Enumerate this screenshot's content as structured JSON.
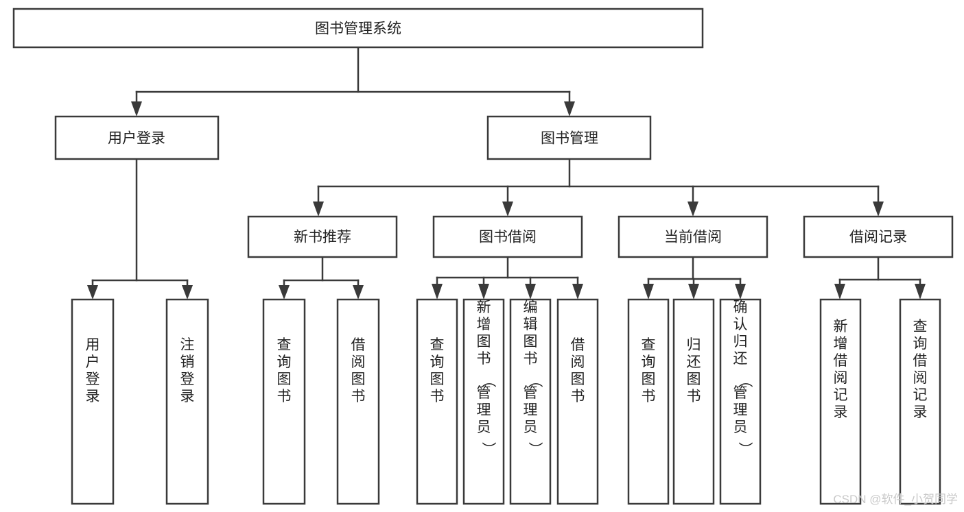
{
  "diagram": {
    "type": "tree-hierarchy",
    "orientation": "top-down",
    "root": {
      "id": "root",
      "label": "图书管理系统",
      "label_orientation": "horizontal"
    },
    "level2": [
      {
        "id": "user-login",
        "label": "用户登录",
        "label_orientation": "horizontal"
      },
      {
        "id": "book-management",
        "label": "图书管理",
        "label_orientation": "horizontal"
      }
    ],
    "level3": [
      {
        "id": "new-book-recommend",
        "label": "新书推荐",
        "label_orientation": "horizontal",
        "parent": "book-management"
      },
      {
        "id": "book-borrow",
        "label": "图书借阅",
        "label_orientation": "horizontal",
        "parent": "book-management"
      },
      {
        "id": "current-borrow",
        "label": "当前借阅",
        "label_orientation": "horizontal",
        "parent": "book-management"
      },
      {
        "id": "borrow-record",
        "label": "借阅记录",
        "label_orientation": "horizontal",
        "parent": "book-management"
      }
    ],
    "leaves": {
      "user_login": [
        {
          "id": "leaf-user-login",
          "label": "用户登录",
          "label_orientation": "vertical"
        },
        {
          "id": "leaf-user-logout",
          "label": "注销登录",
          "label_orientation": "vertical"
        }
      ],
      "new_book_recommend": [
        {
          "id": "leaf-query-book-1",
          "label": "查询图书",
          "label_orientation": "vertical"
        },
        {
          "id": "leaf-borrow-book-1",
          "label": "借阅图书",
          "label_orientation": "vertical"
        }
      ],
      "book_borrow": [
        {
          "id": "leaf-query-book-2",
          "label": "查询图书",
          "label_orientation": "vertical"
        },
        {
          "id": "leaf-add-book",
          "label": "新增图书（管理员）",
          "label_orientation": "vertical"
        },
        {
          "id": "leaf-edit-book",
          "label": "编辑图书（管理员）",
          "label_orientation": "vertical"
        },
        {
          "id": "leaf-borrow-book-2",
          "label": "借阅图书",
          "label_orientation": "vertical"
        }
      ],
      "current_borrow": [
        {
          "id": "leaf-query-book-3",
          "label": "查询图书",
          "label_orientation": "vertical"
        },
        {
          "id": "leaf-return-book",
          "label": "归还图书",
          "label_orientation": "vertical"
        },
        {
          "id": "leaf-confirm-return",
          "label": "确认归还（管理员）",
          "label_orientation": "vertical"
        }
      ],
      "borrow_record": [
        {
          "id": "leaf-add-borrow-record",
          "label": "新增借阅记录",
          "label_orientation": "vertical"
        },
        {
          "id": "leaf-query-borrow-record",
          "label": "查询借阅记录",
          "label_orientation": "vertical"
        }
      ]
    }
  },
  "watermark": {
    "text": "CSDN @软件_小贺同学"
  },
  "colors": {
    "background": "#ffffff",
    "box_fill": "#ffffff",
    "box_stroke": "#3a3a3a",
    "text": "#222222",
    "watermark": "#c9c9c9"
  }
}
